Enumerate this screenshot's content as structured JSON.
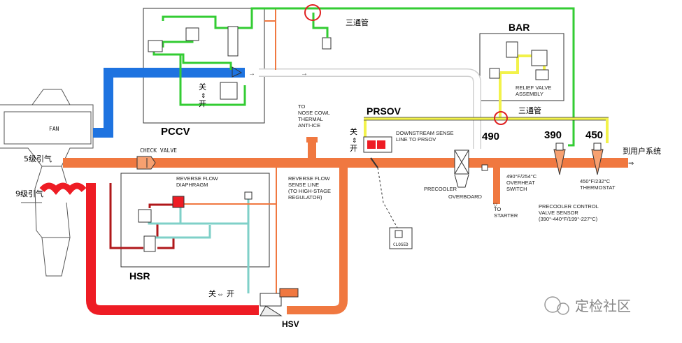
{
  "labels": {
    "pccv": "PCCV",
    "bar": "BAR",
    "prsov": "PRSOV",
    "hsr": "HSR",
    "hsv": "HSV",
    "tee_top": "三通管",
    "tee_right": "三通管",
    "close_open_pccv_1": "关",
    "close_open_pccv_2": "开",
    "close_open_prsov_1": "关",
    "close_open_prsov_2": "开",
    "close_open_hsv_1": "关",
    "close_open_hsv_2": "开",
    "stage5": "5级引气",
    "stage9": "9级引气",
    "to_user": "到用户系统",
    "fan": "FAN",
    "check_valve": "CHECK VALVE",
    "nose_cowl_1": "TO",
    "nose_cowl_2": "NOSE COWL",
    "nose_cowl_3": "THERMAL",
    "nose_cowl_4": "ANTI-ICE",
    "downstream_1": "DOWNSTREAM SENSE",
    "downstream_2": "LINE TO PRSOV",
    "relief_1": "RELIEF VALVE",
    "relief_2": "ASSEMBLY",
    "reverse_flow_diaphragm_1": "REVERSE FLOW",
    "reverse_flow_diaphragm_2": "DIAPHRAGM",
    "reverse_sense_1": "REVERSE FLOW",
    "reverse_sense_2": "SENSE LINE",
    "reverse_sense_3": "(TO HIGH-STAGE",
    "reverse_sense_4": "REGULATOR)",
    "precooler": "PRECOOLER",
    "overboard": "OVERBOARD",
    "to_starter_1": "TO",
    "to_starter_2": "STARTER",
    "overheat_1": "490°F/254°C",
    "overheat_2": "OVERHEAT",
    "overheat_3": "SWITCH",
    "thermostat_1": "450°F/232°C",
    "thermostat_2": "THERMOSTAT",
    "pcv_sensor_1": "PRECOOLER CONTROL",
    "pcv_sensor_2": "VALVE SENSOR",
    "pcv_sensor_3": "(390°-440°F/199°-227°C)",
    "closed": "CLOSED",
    "val_490": "490",
    "val_390": "390",
    "val_450": "450",
    "watermark": "定检社区"
  },
  "colors": {
    "orange": "#f07840",
    "red": "#ee1c24",
    "blue": "#1e73e0",
    "green": "#33cc33",
    "yellow": "#f2f24a",
    "teal": "#7fd0c8",
    "darkred": "#b0171a",
    "gray": "#c8c8c8"
  }
}
